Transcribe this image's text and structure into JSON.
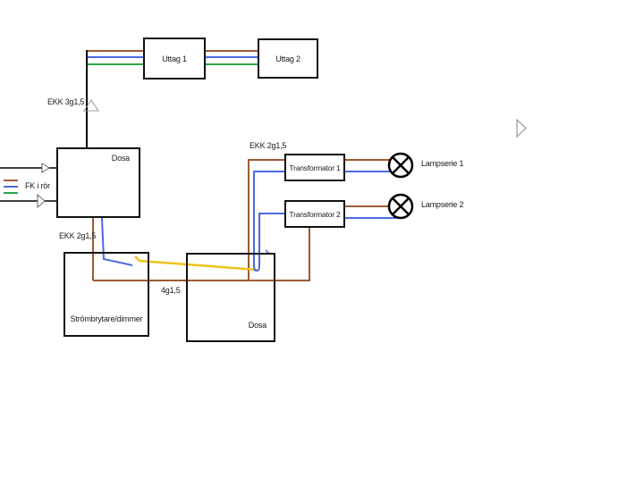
{
  "diagram": {
    "boxes": {
      "uttag1": "Uttag 1",
      "uttag2": "Uttag 2",
      "dosa_left": "Dosa",
      "transformator1": "Transformator 1",
      "transformator2": "Transformator 2",
      "strombrytare": "Strömbrytare/dimmer",
      "dosa_bottom": "Dosa"
    },
    "labels": {
      "cable_top": "EKK 3g1,5",
      "feed": "FK i rör",
      "cable_dimmer": "EKK 2g1,5",
      "cable_transformer": "EKK 2g1,5",
      "cable_4g": "4g1,5",
      "lampserie1": "Lampserie 1",
      "lampserie2": "Lampserie 2"
    },
    "wire_colors": {
      "brown": "#9E5A33",
      "blue": "#4A69E2",
      "green": "#2FA24A",
      "yellow": "#EEC31B",
      "black": "#000000"
    }
  }
}
